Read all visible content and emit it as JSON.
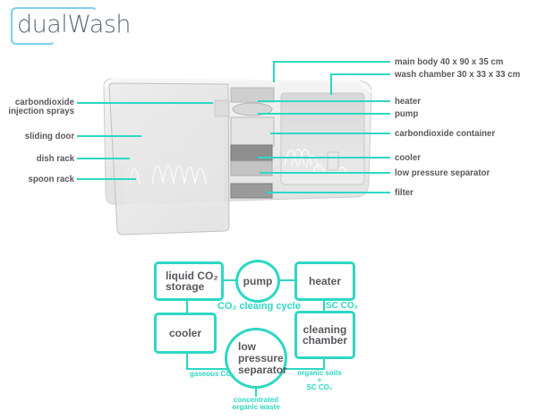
{
  "logo": {
    "text": "dualWash"
  },
  "colors": {
    "accent": "#2dd8c4",
    "label_text": "#58595b",
    "logo_frame": "#7fd0ee",
    "logo_text": "#5f6b77"
  },
  "callouts_left": [
    {
      "line1": "carbondioxide",
      "line2": "injection sprays"
    },
    {
      "line1": "sliding door"
    },
    {
      "line1": "dish rack"
    },
    {
      "line1": "spoon rack"
    }
  ],
  "callouts_right": [
    {
      "label": "main body  40 x 90 x 35 cm"
    },
    {
      "label": "wash chamber  30 x 33 x 33 cm"
    },
    {
      "label": "heater"
    },
    {
      "label": "pump"
    },
    {
      "label": "carbondioxide container"
    },
    {
      "label": "cooler"
    },
    {
      "label": "low pressure separator"
    },
    {
      "label": "filter"
    }
  ],
  "flow": {
    "nodes": {
      "liquid_storage": {
        "line1": "liquid CO₂",
        "line2": "storage"
      },
      "pump": "pump",
      "heater": "heater",
      "cooler": "cooler",
      "cleaning_chamber": {
        "line1": "cleaning",
        "line2": "chamber"
      },
      "separator": {
        "line1": "low",
        "line2": "pressure",
        "line3": "separator"
      }
    },
    "labels": {
      "cycle": "CO₂  cleaing cycle",
      "sc_co2": "SC CO₂",
      "gaseous": "gaseous CO₂",
      "organic_line1": "organic soils",
      "organic_plus": "+",
      "organic_line2": "SC CO₂",
      "waste_line1": "concentrated",
      "waste_line2": "organic waste"
    }
  }
}
